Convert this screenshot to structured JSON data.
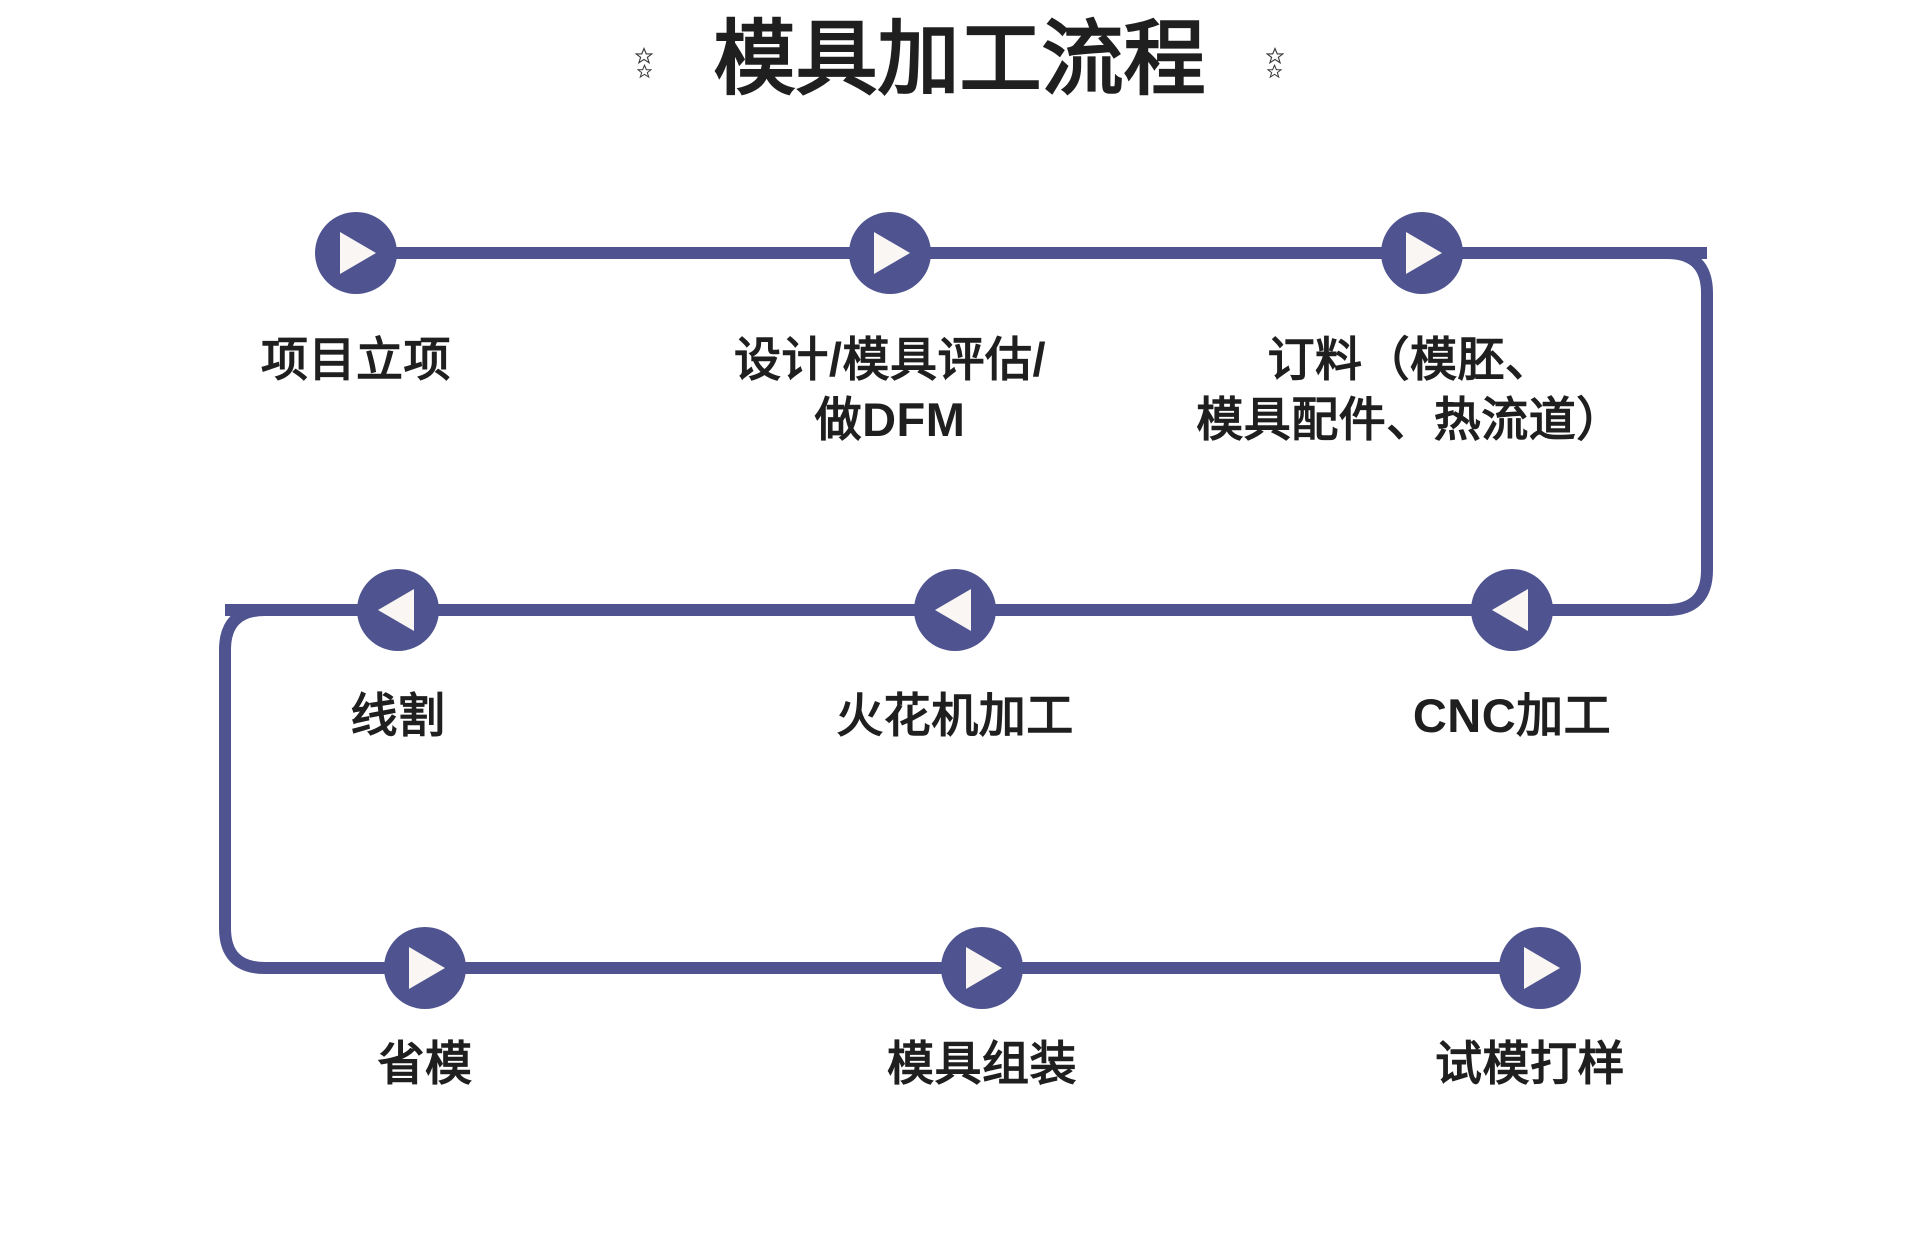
{
  "header": {
    "title": "模具加工流程",
    "decoration_left": "star-pair-icon",
    "decoration_right": "star-pair-icon"
  },
  "theme": {
    "accent": "#4F5490",
    "triangle_fill": "#FAF6F4",
    "text": "#1F1F1F",
    "background": "#FFFFFF"
  },
  "flow": {
    "rows": [
      {
        "direction": "left-to-right",
        "marker": "play-right-icon",
        "steps": [
          {
            "index": 1,
            "label": "项目立项"
          },
          {
            "index": 2,
            "label": "设计/模具评估/\n做DFM"
          },
          {
            "index": 3,
            "label": "订料（模胚、\n模具配件、热流道）"
          }
        ]
      },
      {
        "direction": "right-to-left",
        "marker": "play-left-icon",
        "steps": [
          {
            "index": 6,
            "label": "线割"
          },
          {
            "index": 5,
            "label": "火花机加工"
          },
          {
            "index": 4,
            "label": "CNC加工"
          }
        ]
      },
      {
        "direction": "left-to-right",
        "marker": "play-right-icon",
        "steps": [
          {
            "index": 7,
            "label": "省模"
          },
          {
            "index": 8,
            "label": "模具组装"
          },
          {
            "index": 9,
            "label": "试模打样"
          }
        ]
      }
    ],
    "connectors": [
      {
        "name": "row1-to-row2-right-elbow",
        "from": "订料（模胚、模具配件、热流道）",
        "to": "CNC加工"
      },
      {
        "name": "row2-to-row3-left-elbow",
        "from": "线割",
        "to": "省模"
      }
    ]
  }
}
